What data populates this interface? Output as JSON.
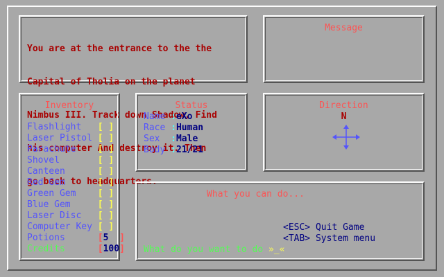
{
  "story": {
    "lines": [
      "You are at the entrance to the the",
      "Capital of Tholia on the planet",
      "Nimbus III. Track down Shadow, Find",
      "his computer And destroy it. Then",
      "go back to headquarters."
    ]
  },
  "message": {
    "title": "Message"
  },
  "inventory": {
    "title": "Inventory",
    "items": [
      {
        "label": "Flashlight   ",
        "open": "[",
        "value": " ",
        "close": "]"
      },
      {
        "label": "Laser Pistol ",
        "open": "[",
        "value": " ",
        "close": "]"
      },
      {
        "label": "Parachute    ",
        "open": "[",
        "value": " ",
        "close": "]"
      },
      {
        "label": "Shovel       ",
        "open": "[",
        "value": " ",
        "close": "]"
      },
      {
        "label": "Canteen      ",
        "open": "[",
        "value": " ",
        "close": "]"
      },
      {
        "label": "Red Gem      ",
        "open": "[",
        "value": " ",
        "close": "]"
      },
      {
        "label": "Green Gem    ",
        "open": "[",
        "value": " ",
        "close": "]"
      },
      {
        "label": "Blue Gem     ",
        "open": "[",
        "value": " ",
        "close": "]"
      },
      {
        "label": "Laser Disc   ",
        "open": "[",
        "value": " ",
        "close": "]"
      },
      {
        "label": "Computer Key ",
        "open": "[",
        "value": " ",
        "close": "]"
      }
    ],
    "potions": {
      "label": "Potions      ",
      "open": "[",
      "value": "5  ",
      "close": "]"
    },
    "credits": {
      "label": "Credits      ",
      "open": "[",
      "value": "100",
      "close": "]"
    }
  },
  "status": {
    "title": "Status",
    "rows": [
      {
        "label": "Name ",
        "colon": ":",
        "value": "eXo"
      },
      {
        "label": "Race ",
        "colon": ":",
        "value": "Human"
      },
      {
        "label": "Sex  ",
        "colon": ":",
        "value": "Male"
      },
      {
        "label": "Body ",
        "colon": ":",
        "value": "21/21"
      }
    ]
  },
  "direction": {
    "title": "Direction",
    "heading": "N",
    "arrow_color": "#5454fc"
  },
  "actions": {
    "title": "What you can do...",
    "commands": [
      {
        "key": "<ESC>",
        "label": "Quit Game"
      },
      {
        "key": "<TAB>",
        "label": "System menu"
      }
    ],
    "prompt_text": "What do you want to do ",
    "prompt_open": "»",
    "cursor": "_",
    "prompt_close": "«"
  },
  "colors": {
    "background": "#a8a8a8",
    "title_red": "#fc5454",
    "story_red": "#a80000",
    "label_blue": "#5454fc",
    "value_navy": "#000080",
    "bracket_yellow": "#fcfc54",
    "credits_green": "#54fc54"
  }
}
